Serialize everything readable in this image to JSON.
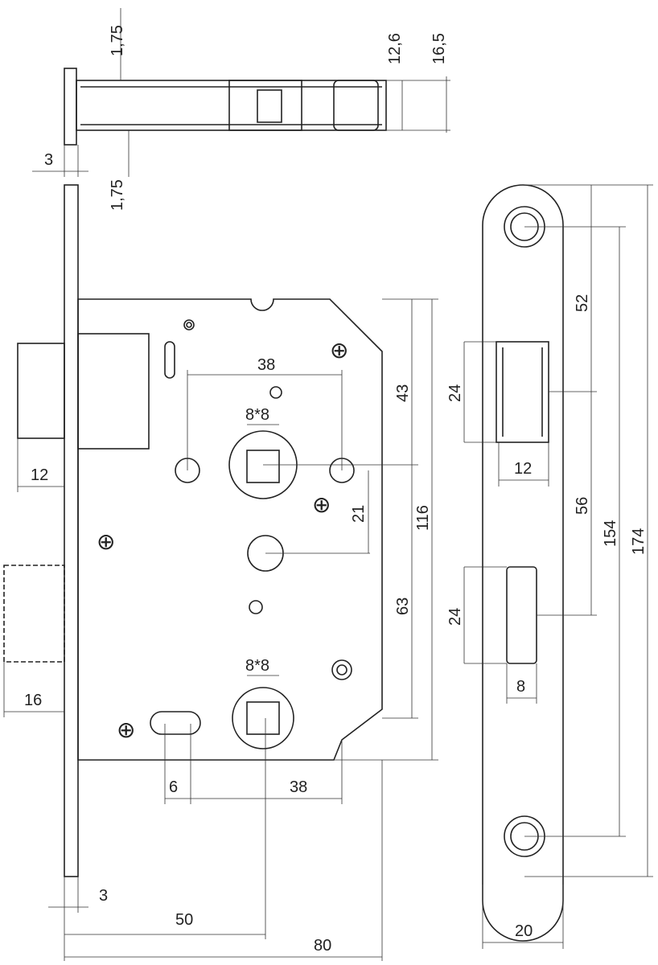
{
  "dimensions": {
    "top_view": {
      "cap_top": "1,75",
      "cap_bottom": "1,75",
      "faceplate": "3",
      "body": "12,6",
      "total": "16,5"
    },
    "lock_body": {
      "spindle_distance": "38",
      "spindle_square_top": "8*8",
      "spindle_square_bottom": "8*8",
      "top_to_follower": "43",
      "follower_to_cylinder": "63",
      "body_height": "116",
      "follower_offset": "21",
      "latch_projection": "12",
      "bolt_projection": "16",
      "slot_width": "6",
      "slot_distance": "38",
      "faceplate_thickness": "3",
      "backset": "50",
      "body_depth": "80"
    },
    "strike_plate": {
      "latch_opening": "24",
      "latch_opening_width": "12",
      "bolt_opening": "24",
      "bolt_opening_width": "8",
      "top_to_center": "52",
      "center_distance": "56",
      "screw_distance": "154",
      "length": "174",
      "width": "20"
    }
  }
}
